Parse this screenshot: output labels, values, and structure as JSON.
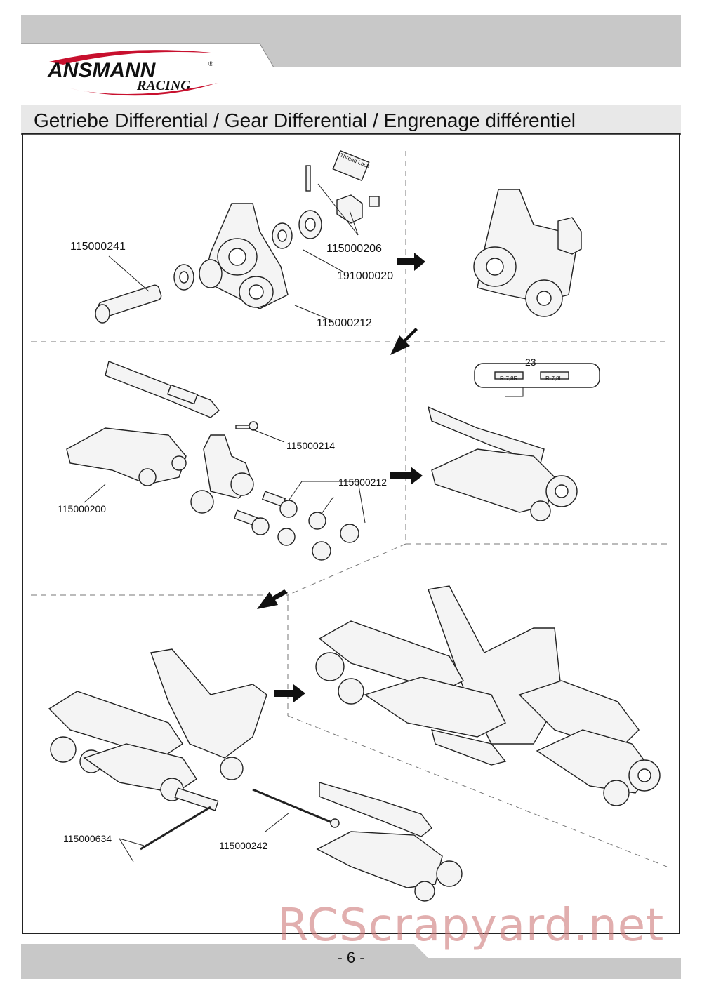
{
  "header": {
    "brand": "ANSMANN",
    "sub_brand": "RACING",
    "registered": "®"
  },
  "section_title": "Getriebe Differential / Gear Differential / Engrenage différentiel",
  "labels": {
    "p1": "115000241",
    "p2": "115000206",
    "p3": "191000020",
    "p4": "115000212",
    "p5": "115000214",
    "p6": "115000212",
    "p7": "115000200",
    "p8": "115000634",
    "p9": "115000242",
    "thread_lock": "Thread Lock",
    "dimension": "23",
    "turnbuckle_a": "R-7,8L",
    "turnbuckle_b": "R-7,8R"
  },
  "footer": {
    "page": "- 6 -"
  },
  "watermark": "RCScrapyard.net",
  "colors": {
    "band_gray": "#c8c8c8",
    "frame": "#222222",
    "logo_red": "#c8102e",
    "text": "#111111"
  }
}
